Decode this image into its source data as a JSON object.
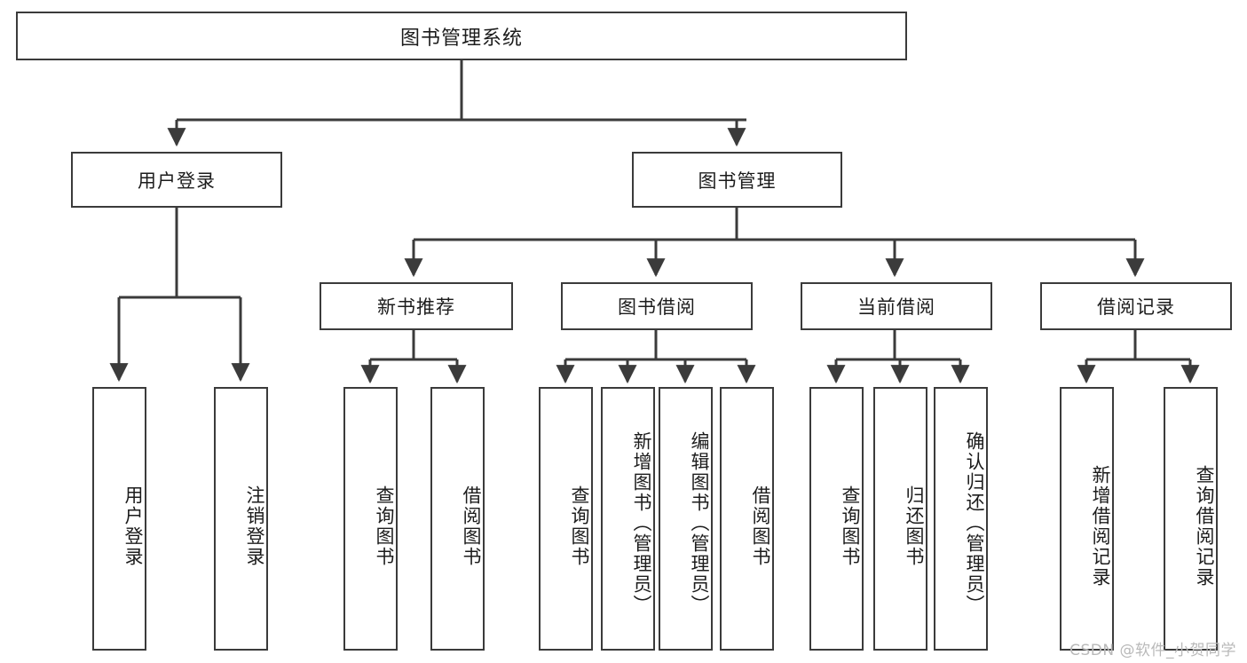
{
  "diagram": {
    "type": "tree",
    "title": "图书管理系统",
    "watermark": "CSDN @软件_小贺同学",
    "colors": {
      "box_border": "#3b3b3b",
      "box_fill": "#ffffff",
      "edge": "#3b3b3b",
      "text": "#1c1c1c",
      "watermark": "#b9b9b9",
      "background": "#ffffff"
    },
    "nodes": {
      "root": {
        "label": "图书管理系统",
        "level": 0,
        "orientation": "horizontal"
      },
      "user_login": {
        "label": "用户登录",
        "level": 1,
        "orientation": "horizontal"
      },
      "book_manage": {
        "label": "图书管理",
        "level": 1,
        "orientation": "horizontal"
      },
      "new_book_rec": {
        "label": "新书推荐",
        "level": 2,
        "orientation": "horizontal"
      },
      "book_borrow": {
        "label": "图书借阅",
        "level": 2,
        "orientation": "horizontal"
      },
      "current_borrow": {
        "label": "当前借阅",
        "level": 2,
        "orientation": "horizontal"
      },
      "borrow_record": {
        "label": "借阅记录",
        "level": 2,
        "orientation": "horizontal"
      },
      "leaf_user_login": {
        "label": "用户登录",
        "level": 2,
        "orientation": "vertical"
      },
      "leaf_logout": {
        "label": "注销登录",
        "level": 2,
        "orientation": "vertical"
      },
      "leaf_query_book_1": {
        "label": "查询图书",
        "level": 3,
        "orientation": "vertical"
      },
      "leaf_borrow_book_1": {
        "label": "借阅图书",
        "level": 3,
        "orientation": "vertical"
      },
      "leaf_query_book_2": {
        "label": "查询图书",
        "level": 3,
        "orientation": "vertical"
      },
      "leaf_add_book": {
        "label": "新增图书（管理员）",
        "level": 3,
        "orientation": "vertical"
      },
      "leaf_edit_book": {
        "label": "编辑图书（管理员）",
        "level": 3,
        "orientation": "vertical"
      },
      "leaf_borrow_book_2": {
        "label": "借阅图书",
        "level": 3,
        "orientation": "vertical"
      },
      "leaf_query_book_3": {
        "label": "查询图书",
        "level": 3,
        "orientation": "vertical"
      },
      "leaf_return_book": {
        "label": "归还图书",
        "level": 3,
        "orientation": "vertical"
      },
      "leaf_confirm_return": {
        "label": "确认归还（管理员）",
        "level": 3,
        "orientation": "vertical"
      },
      "leaf_add_record": {
        "label": "新增借阅记录",
        "level": 3,
        "orientation": "vertical"
      },
      "leaf_query_record": {
        "label": "查询借阅记录",
        "level": 3,
        "orientation": "vertical"
      }
    },
    "edges": [
      {
        "from": "root",
        "to": "user_login"
      },
      {
        "from": "root",
        "to": "book_manage"
      },
      {
        "from": "user_login",
        "to": "leaf_user_login"
      },
      {
        "from": "user_login",
        "to": "leaf_logout"
      },
      {
        "from": "book_manage",
        "to": "new_book_rec"
      },
      {
        "from": "book_manage",
        "to": "book_borrow"
      },
      {
        "from": "book_manage",
        "to": "current_borrow"
      },
      {
        "from": "book_manage",
        "to": "borrow_record"
      },
      {
        "from": "new_book_rec",
        "to": "leaf_query_book_1"
      },
      {
        "from": "new_book_rec",
        "to": "leaf_borrow_book_1"
      },
      {
        "from": "book_borrow",
        "to": "leaf_query_book_2"
      },
      {
        "from": "book_borrow",
        "to": "leaf_add_book"
      },
      {
        "from": "book_borrow",
        "to": "leaf_edit_book"
      },
      {
        "from": "book_borrow",
        "to": "leaf_borrow_book_2"
      },
      {
        "from": "current_borrow",
        "to": "leaf_query_book_3"
      },
      {
        "from": "current_borrow",
        "to": "leaf_return_book"
      },
      {
        "from": "current_borrow",
        "to": "leaf_confirm_return"
      },
      {
        "from": "borrow_record",
        "to": "leaf_add_record"
      },
      {
        "from": "borrow_record",
        "to": "leaf_query_record"
      }
    ]
  }
}
